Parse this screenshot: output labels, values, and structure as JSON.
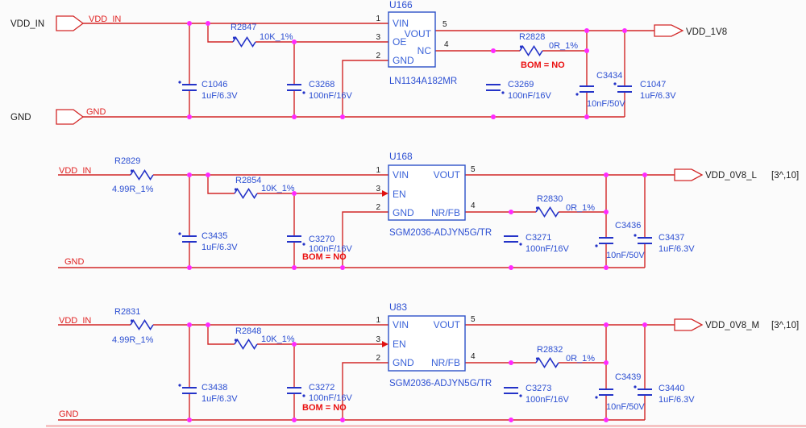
{
  "palette": {
    "background": "#fbfbfb",
    "wire_red": "#d22727",
    "junction_magenta": "#ff29ff",
    "component_blue": "#2433c8",
    "label_blue": "#2c4fd2",
    "net_label_red": "#e02222",
    "bom_note_red": "#ea1111",
    "text_black": "#1c1c1c",
    "sheet_edge_pink": "#f3abab"
  },
  "left_labels": {
    "vdd_in": "VDD_IN",
    "gnd": "GND"
  },
  "sections": [
    {
      "title": "VDD_1V8 regulator",
      "net_labels": {
        "input": "VDD_IN",
        "ground": "GND"
      },
      "ic": {
        "ref": "U166",
        "part": "LN1134A182MR",
        "pins": {
          "p1": {
            "num": "1",
            "name": "VIN"
          },
          "p3": {
            "num": "3",
            "name": "OE"
          },
          "p2": {
            "num": "2",
            "name": "GND"
          },
          "p5": {
            "num": "5",
            "name": "VOUT"
          },
          "p4": {
            "num": "4",
            "name": "NC"
          }
        }
      },
      "resistors": [
        {
          "ref": "R2847",
          "value": "10K_1%"
        },
        {
          "ref": "R2828",
          "value": "0R_1%",
          "note": "BOM = NO"
        }
      ],
      "capacitors": [
        {
          "ref": "C1046",
          "value": "1uF/6.3V"
        },
        {
          "ref": "C3268",
          "value": "100nF/16V"
        },
        {
          "ref": "C3269",
          "value": "100nF/16V"
        },
        {
          "ref": "C3434",
          "value": "10nF/50V"
        },
        {
          "ref": "C1047",
          "value": "1uF/6.3V"
        }
      ],
      "output_port": {
        "label": "VDD_1V8",
        "pages": ""
      }
    },
    {
      "title": "VDD_0V8_L regulator",
      "net_labels": {
        "input": "VDD_IN",
        "ground": "GND"
      },
      "ic": {
        "ref": "U168",
        "part": "SGM2036-ADJYN5G/TR",
        "pins": {
          "p1": {
            "num": "1",
            "name": "VIN"
          },
          "p3": {
            "num": "3",
            "name": "EN"
          },
          "p2": {
            "num": "2",
            "name": "GND"
          },
          "p5": {
            "num": "5",
            "name": "VOUT"
          },
          "p4": {
            "num": "4",
            "name": "NR/FB"
          }
        }
      },
      "resistors": [
        {
          "ref": "R2829",
          "value": "4.99R_1%"
        },
        {
          "ref": "R2854",
          "value": "10K_1%"
        },
        {
          "ref": "R2830",
          "value": "0R_1%"
        }
      ],
      "capacitors": [
        {
          "ref": "C3435",
          "value": "1uF/6.3V"
        },
        {
          "ref": "C3270",
          "value": "100nF/16V",
          "note": "BOM = NO"
        },
        {
          "ref": "C3271",
          "value": "100nF/16V"
        },
        {
          "ref": "C3436",
          "value": "10nF/50V"
        },
        {
          "ref": "C3437",
          "value": "1uF/6.3V"
        }
      ],
      "output_port": {
        "label": "VDD_0V8_L",
        "pages": "[3^,10]"
      }
    },
    {
      "title": "VDD_0V8_M regulator",
      "net_labels": {
        "input": "VDD_IN",
        "ground": "GND"
      },
      "ic": {
        "ref": "U83",
        "part": "SGM2036-ADJYN5G/TR",
        "pins": {
          "p1": {
            "num": "1",
            "name": "VIN"
          },
          "p3": {
            "num": "3",
            "name": "EN"
          },
          "p2": {
            "num": "2",
            "name": "GND"
          },
          "p5": {
            "num": "5",
            "name": "VOUT"
          },
          "p4": {
            "num": "4",
            "name": "NR/FB"
          }
        }
      },
      "resistors": [
        {
          "ref": "R2831",
          "value": "4.99R_1%"
        },
        {
          "ref": "R2848",
          "value": "10K_1%"
        },
        {
          "ref": "R2832",
          "value": "0R_1%"
        }
      ],
      "capacitors": [
        {
          "ref": "C3438",
          "value": "1uF/6.3V"
        },
        {
          "ref": "C3272",
          "value": "100nF/16V",
          "note": "BOM = NO"
        },
        {
          "ref": "C3273",
          "value": "100nF/16V"
        },
        {
          "ref": "C3439",
          "value": "10nF/50V"
        },
        {
          "ref": "C3440",
          "value": "1uF/6.3V"
        }
      ],
      "output_port": {
        "label": "VDD_0V8_M",
        "pages": "[3^,10]"
      }
    }
  ]
}
